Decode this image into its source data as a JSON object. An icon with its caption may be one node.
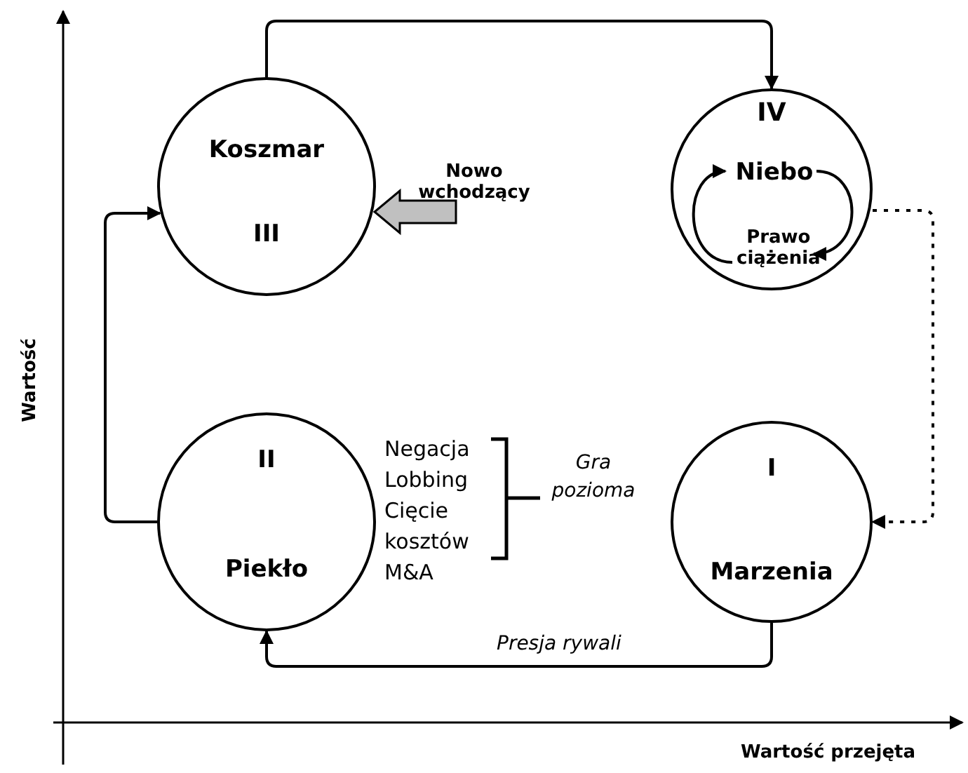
{
  "diagram": {
    "nodes": [
      {
        "text": [
          "Koszmar",
          "III"
        ]
      },
      {
        "text": [
          "Nowo wchodzący"
        ]
      },
      {
        "text": [
          "IV"
        ]
      },
      {
        "text": [
          "Niebo"
        ],
        "in": 2
      },
      {
        "text": [
          "Prawo ciążenia"
        ],
        "in": 2
      },
      {
        "text": [
          "II",
          "Piekło"
        ]
      },
      {
        "text": [
          "I",
          "Marzenia"
        ]
      }
    ],
    "edges": [
      {
        "from": 0,
        "to": 2,
        "arrow": "to"
      },
      {
        "from": 1,
        "to": 0,
        "arrow": "to",
        "style": "thick",
        "color": "#c0c0c0"
      },
      {
        "from": 2,
        "to": 6,
        "arrow": "to",
        "style": "dashed"
      },
      {
        "from": 6,
        "to": 5,
        "arrow": "to",
        "label": "Presja rywali"
      },
      {
        "from": 5,
        "to": 0,
        "arrow": "to"
      },
      {
        "from": 3,
        "to": 4,
        "arrow": "to"
      },
      {
        "from": 4,
        "to": 3,
        "arrow": "to"
      }
    ],
    "labels": [
      "Negacja",
      "Lobbing",
      "Cięcie kosztów",
      "M&A",
      "Gra pozioma",
      "Wartość",
      "Wartość przejęta"
    ]
  }
}
